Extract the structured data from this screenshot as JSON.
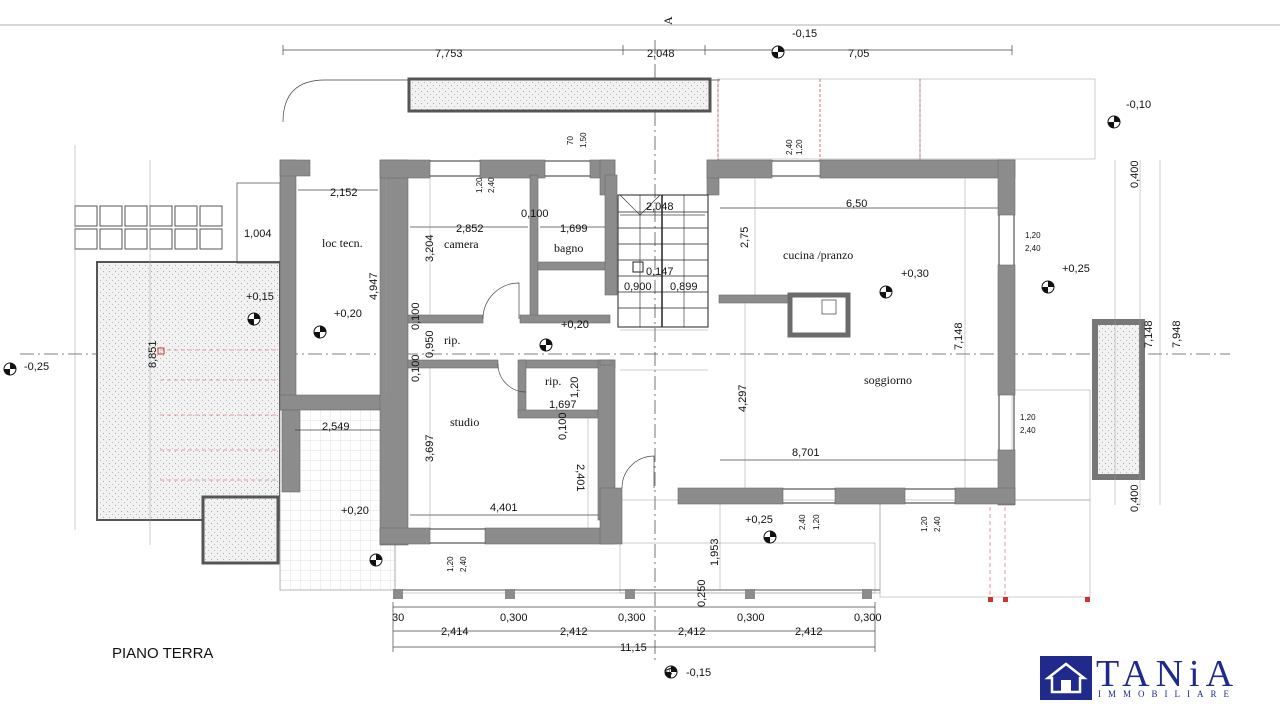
{
  "plan": {
    "title": "PIANO TERRA",
    "section_marker": "A",
    "rooms": {
      "loc_tecn": "loc tecn.",
      "camera": "camera",
      "bagno": "bagno",
      "rip_1": "rip.",
      "rip_2": "rip.",
      "studio": "studio",
      "cucina": "cucina /pranzo",
      "soggiorno": "soggiorno"
    },
    "levels": {
      "top_center": "-0,15",
      "top_right": "-0,10",
      "right_mid": "+0,25",
      "left_end": "-0,25",
      "left_terrace": "+0,15",
      "loc_tecn": "+0,20",
      "hall": "+0,20",
      "cucina": "+0,30",
      "patio_left": "+0,20",
      "portico": "+0,25",
      "bottom_center": "-0,15"
    },
    "dims_top": {
      "d1": "7,753",
      "d2": "2,048",
      "d3": "7,05"
    },
    "dims_inner": {
      "loc_w": "2,152",
      "loc_h": "4,947",
      "side_1004": "1,004",
      "side_8851": "8,851",
      "patio_2549": "2,549",
      "cam_w": "2,852",
      "cam_h": "3,204",
      "wall_0100a": "0,100",
      "bagno_w": "1,699",
      "stair_w": "2,048",
      "stair_a": "0,147",
      "stair_b": "0,900",
      "stair_c": "0,899",
      "cucina_w": "6,50",
      "cucina_d": "2,75",
      "liv_h": "7,148",
      "liv_4297": "4,297",
      "liv_w": "8,701",
      "wall_0100b": "0,100",
      "rip_0950": "0,950",
      "wall_0100c": "0,100",
      "rip_120": "1,20",
      "rip_1697": "1,697",
      "wall_0100d": "0,100",
      "studio_h": "3,697",
      "studio_2401": "2,401",
      "studio_w": "4,401",
      "portico_1953": "1,953",
      "portico_0250": "0,250"
    },
    "dims_right": {
      "r_top": "0,400",
      "r_mid": "7,148",
      "r_total": "7,948",
      "r_bot": "0,400"
    },
    "windows": {
      "w_top_a": "1,20",
      "w_top_b": "2,40",
      "w_bag_a": "70",
      "w_bag_b": "1,50",
      "w_cuc_a": "1,20",
      "w_cuc_b": "2,40",
      "w_r1a": "1,20",
      "w_r1b": "2,40",
      "w_r2a": "1,20",
      "w_r2b": "2,40",
      "w_st_a": "1,20",
      "w_st_b": "2,40",
      "w_p1a": "1,20",
      "w_p1b": "2,40",
      "w_p2a": "1,20",
      "w_p2b": "2,40"
    },
    "dims_bottom": {
      "b30": "30",
      "c1": "0,300",
      "c2": "0,300",
      "c3": "0,300",
      "c4": "0,300",
      "s1": "2,414",
      "s2": "2,412",
      "s3": "2,412",
      "s4": "2,412",
      "total": "11,15"
    }
  },
  "logo": {
    "name": "TANiA",
    "subtitle": "IMMOBILIARE",
    "brand_color": "#1f2a8c"
  }
}
